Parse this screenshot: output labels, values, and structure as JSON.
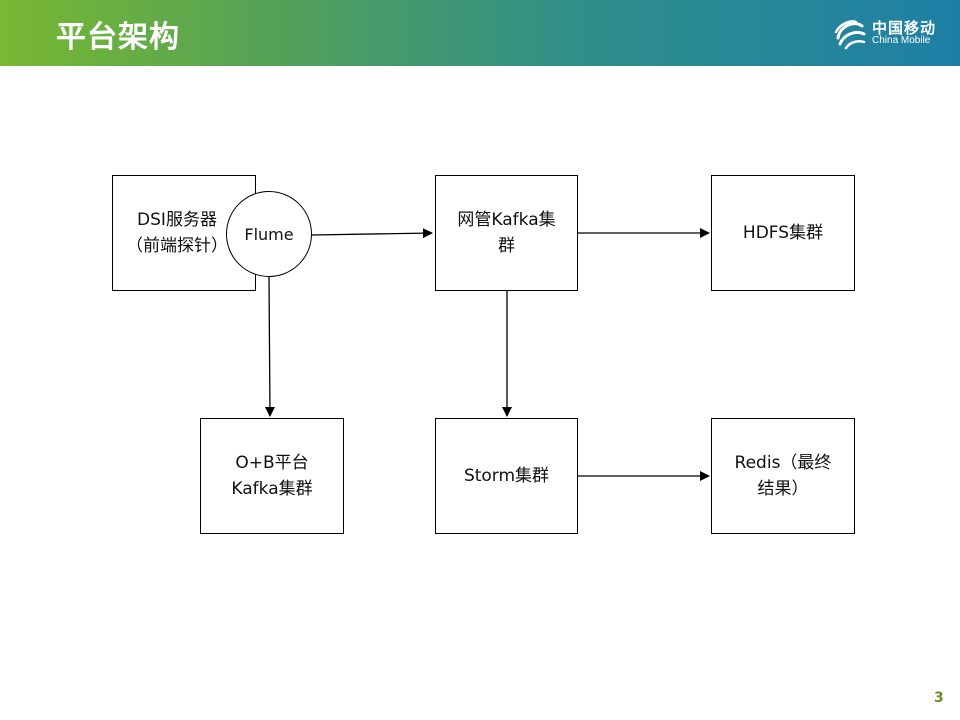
{
  "header": {
    "title": "平台架构"
  },
  "logo": {
    "cn": "中国移动",
    "en": "China Mobile"
  },
  "nodes": {
    "dsi": {
      "line1": "DSI服务器",
      "line2": "（前端探针）"
    },
    "flume": {
      "label": "Flume"
    },
    "wg_kafka": {
      "line1": "网管Kafka集",
      "line2": "群"
    },
    "hdfs": {
      "line1": "HDFS集群"
    },
    "ob_kafka": {
      "line1": "O+B平台",
      "line2": "Kafka集群"
    },
    "storm": {
      "line1": "Storm集群"
    },
    "redis": {
      "line1": "Redis（最终",
      "line2": "结果）"
    }
  },
  "edges": [
    {
      "from": "flume",
      "to": "wg_kafka"
    },
    {
      "from": "wg_kafka",
      "to": "hdfs"
    },
    {
      "from": "flume",
      "to": "ob_kafka"
    },
    {
      "from": "wg_kafka",
      "to": "storm"
    },
    {
      "from": "storm",
      "to": "redis"
    }
  ],
  "footer": {
    "page_number": "3"
  }
}
